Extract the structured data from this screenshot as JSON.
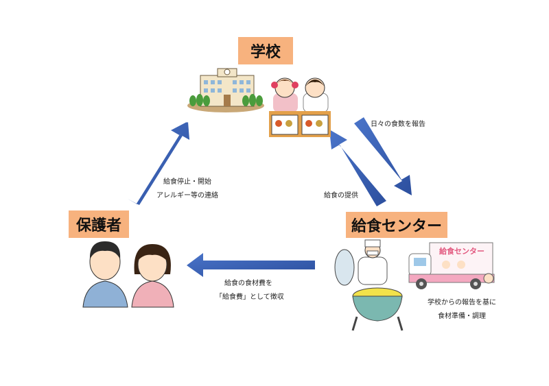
{
  "nodes": {
    "school": "学校",
    "parents": "保護者",
    "center": "給食センター"
  },
  "edges": {
    "parents_to_school": [
      "給食停止・開始",
      "アレルギー等の連絡"
    ],
    "school_to_center": "日々の食数を報告",
    "center_to_school": "給食の提供",
    "center_to_parents": [
      "給食の食材費を",
      "「給食費」として徴収"
    ]
  },
  "center_note": [
    "学校からの報告を基に",
    "食材準備・調理"
  ],
  "truck_sign": "給食センター",
  "colors": {
    "label_bg": "#f7b27e",
    "arrow": "#3b63b6"
  }
}
